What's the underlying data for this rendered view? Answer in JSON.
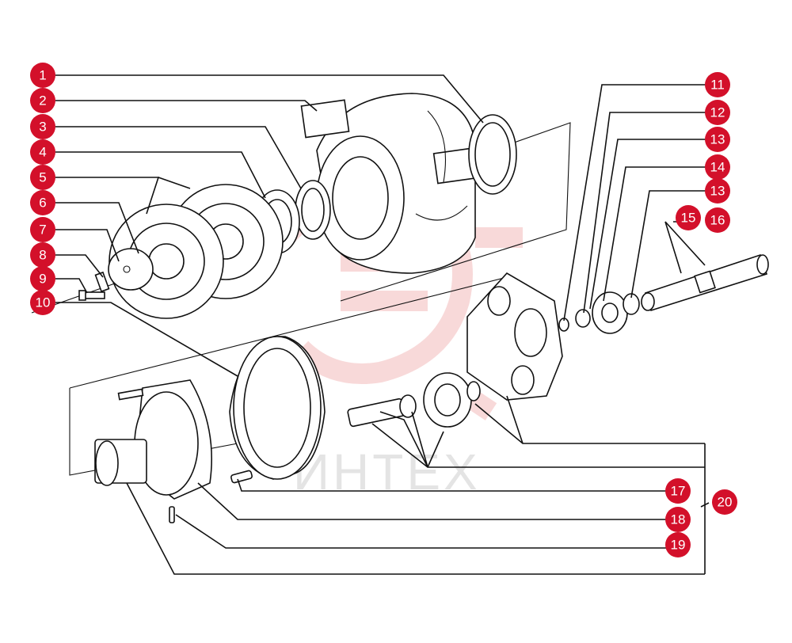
{
  "diagram": {
    "watermark_text": "ИНТЕХ",
    "accent_color": "#d3102a",
    "callouts": [
      {
        "id": "1",
        "label": "1"
      },
      {
        "id": "2",
        "label": "2"
      },
      {
        "id": "3",
        "label": "3"
      },
      {
        "id": "4",
        "label": "4"
      },
      {
        "id": "5",
        "label": "5"
      },
      {
        "id": "6",
        "label": "6"
      },
      {
        "id": "7",
        "label": "7"
      },
      {
        "id": "8",
        "label": "8"
      },
      {
        "id": "9",
        "label": "9"
      },
      {
        "id": "10",
        "label": "10"
      },
      {
        "id": "11",
        "label": "11"
      },
      {
        "id": "12",
        "label": "12"
      },
      {
        "id": "13a",
        "label": "13"
      },
      {
        "id": "14",
        "label": "14"
      },
      {
        "id": "13b",
        "label": "13"
      },
      {
        "id": "15",
        "label": "15"
      },
      {
        "id": "16",
        "label": "16"
      },
      {
        "id": "17",
        "label": "17"
      },
      {
        "id": "18",
        "label": "18"
      },
      {
        "id": "19",
        "label": "19"
      },
      {
        "id": "20",
        "label": "20"
      }
    ]
  }
}
